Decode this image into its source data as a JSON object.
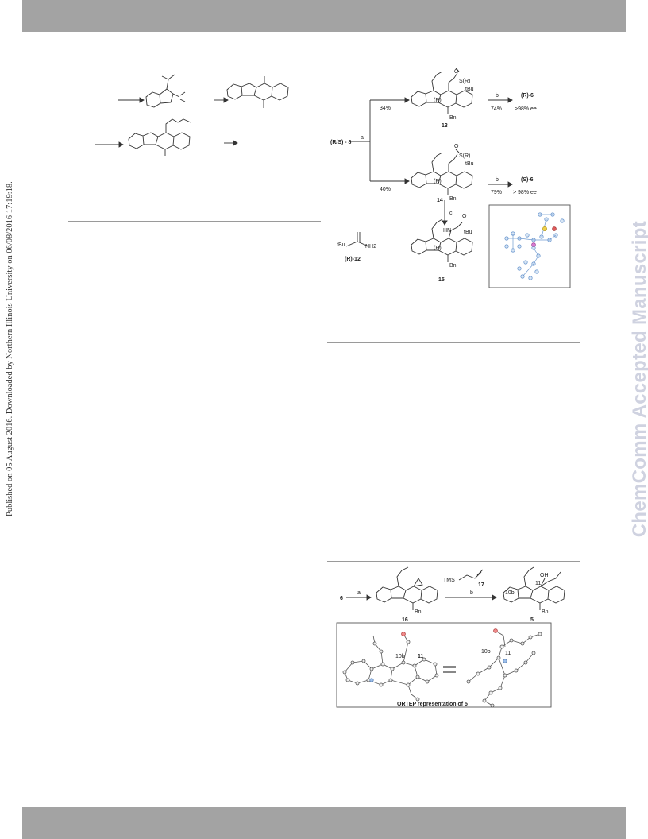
{
  "side_note": "Published on 05 August 2016. Downloaded by Northern Illinois University on 06/08/2016 17:19:18.",
  "watermark": "ChemComm Accepted Manuscript",
  "scheme_right": {
    "start_label": "(R/S) - 8",
    "step_a": "a",
    "step_b": "b",
    "step_c": "c",
    "upper_yield": "34%",
    "lower_yield": "40%",
    "upper_product": "13",
    "lower_product": "14",
    "reduced_product": "15",
    "upper_final": "(R)-6",
    "upper_final_yield": "74%",
    "upper_final_ee": ">98% ee",
    "lower_final": "(S)-6",
    "lower_final_yield": "79%",
    "lower_final_ee": "> 98% ee",
    "auxiliary_label": "(R)-12",
    "auxiliary_tbu": "tBu",
    "auxiliary_nh2": "NH2",
    "stereo_r_upper": "(R)",
    "stereo_r_lower": "(R)",
    "stereo_r_15": "(R)",
    "sulfinyl_upper": "S(R)",
    "sulfinyl_upper_tbu": "tBu",
    "sulfinyl_lower": "S(R)",
    "sulfinyl_lower_tbu": "tBu",
    "nbn_upper": "Bn",
    "nbn_lower": "Bn",
    "nbn_15": "Bn",
    "hn_15": "HN",
    "tbu_15": "tBu",
    "o_upper": "O",
    "o_lower": "O",
    "o_15": "O"
  },
  "scheme_bottom": {
    "start": "6",
    "step_a": "a",
    "step_b": "b",
    "intermediate": "16",
    "reagent": "TMS",
    "reagent_number": "17",
    "product": "5",
    "oh": "OH",
    "position_10b": "10b",
    "position_11": "11",
    "nbn_16": "Bn",
    "nbn_5": "Bn",
    "ortep_caption": "ORTEP representation of 5",
    "ortep_left_10b": "10b",
    "ortep_left_11": "11",
    "ortep_right_10b": "10b",
    "ortep_right_11": "11"
  }
}
